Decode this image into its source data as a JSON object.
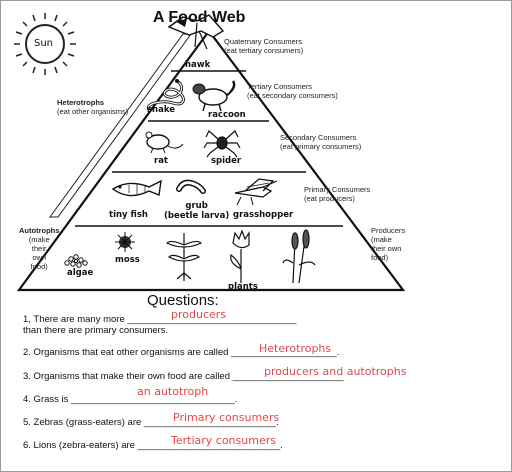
{
  "title": "A Food Web",
  "sun": {
    "label": "Sun"
  },
  "levels": {
    "quaternary": {
      "line1": "Quaternary Consumers",
      "line2": "(eat tertiary consumers)"
    },
    "tertiary": {
      "line1": "Tertiary Consumers",
      "line2": "(eat secondary consumers)"
    },
    "secondary": {
      "line1": "Secondary Consumers",
      "line2": "(eat primary consumers)"
    },
    "primary": {
      "line1": "Primary Consumers",
      "line2": "(eat producers)"
    },
    "producers": {
      "line1": "Producers",
      "line2": "(make",
      "line3": "their own",
      "line4": "food)"
    }
  },
  "heterotrophs": {
    "title": "Heterotrophs",
    "desc": "(eat other organisms)"
  },
  "autotrophs": {
    "title": "Autotrophs",
    "line2": "(make",
    "line3": "their",
    "line4": "own",
    "line5": "food)"
  },
  "organisms": {
    "hawk": "hawk",
    "snake": "snake",
    "raccoon": "raccoon",
    "rat": "rat",
    "spider": "spider",
    "fish": "tiny fish",
    "grub1": "grub",
    "grub2": "(beetle larva)",
    "grasshopper": "grasshopper",
    "algae": "algae",
    "moss": "moss",
    "plants": "plants"
  },
  "questions_heading": "Questions:",
  "questions": [
    {
      "pre": "1, There are many more ________________________________",
      "line2": "than there are primary consumers.",
      "answer": "producers"
    },
    {
      "pre": "2. Organisms that eat other organisms are called ____________________.",
      "answer": "Heterotrophs"
    },
    {
      "pre": "3. Organisms that make their own food are called _____________________",
      "answer": "producers and autotrophs"
    },
    {
      "pre": "4. Grass is _______________________________.",
      "answer": "an autotroph"
    },
    {
      "pre": "5. Zebras (grass-eaters) are _________________________.",
      "answer": "Primary consumers"
    },
    {
      "pre": "6. Lions (zebra-eaters) are ___________________________.",
      "answer": "Tertiary consumers"
    }
  ],
  "colors": {
    "answer": "#e0484a",
    "ink": "#111111"
  }
}
